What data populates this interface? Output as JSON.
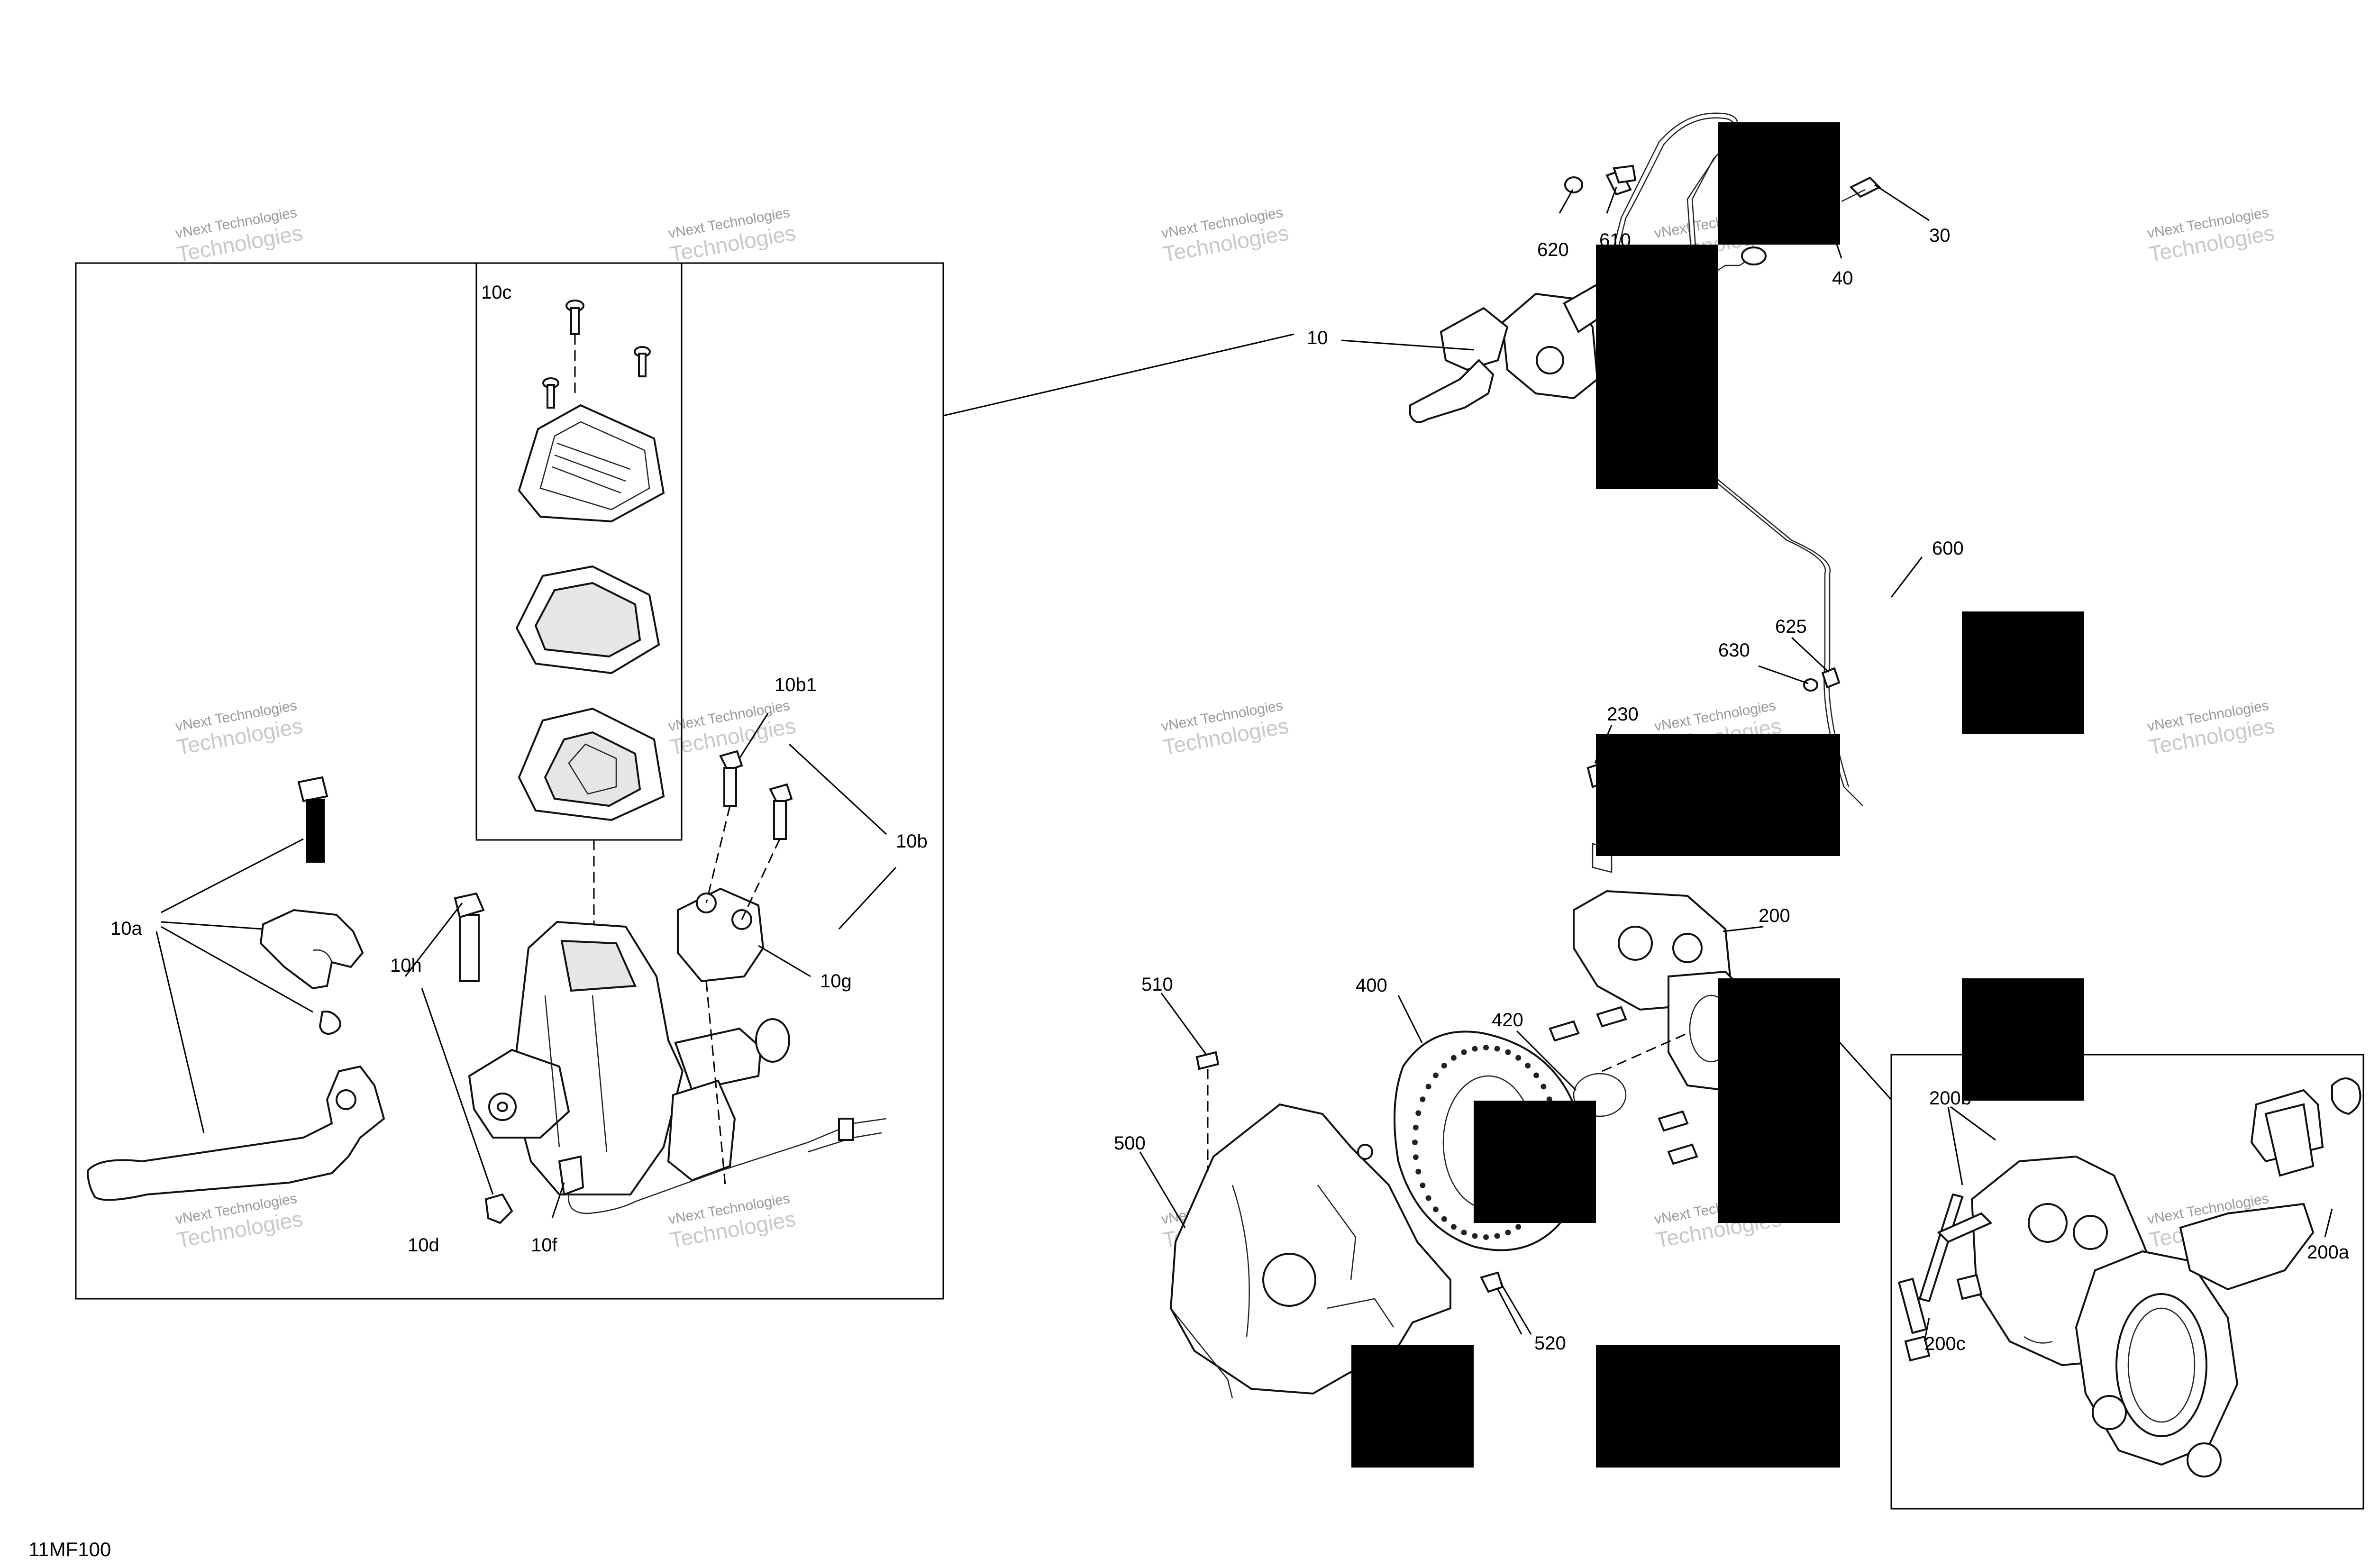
{
  "diagram_code": "11MF100",
  "watermark": {
    "line1": "vNext Technologies",
    "line2": "Technologies"
  },
  "labels": {
    "l10": "10",
    "l10a": "10a",
    "l10b": "10b",
    "l10b1": "10b1",
    "l10c": "10c",
    "l10d": "10d",
    "l10f": "10f",
    "l10g": "10g",
    "l10h": "10h",
    "l30": "30",
    "l40": "40",
    "l200": "200",
    "l200a": "200a",
    "l200b": "200b",
    "l200c": "200c",
    "l230": "230",
    "l400": "400",
    "l420": "420",
    "l500": "500",
    "l510": "510",
    "l520": "520",
    "l600": "600",
    "l610": "610",
    "l620": "620",
    "l625": "625",
    "l630": "630"
  },
  "colors": {
    "line": "#000000",
    "watermark": "#9a9a9a",
    "redaction": "#000000"
  }
}
